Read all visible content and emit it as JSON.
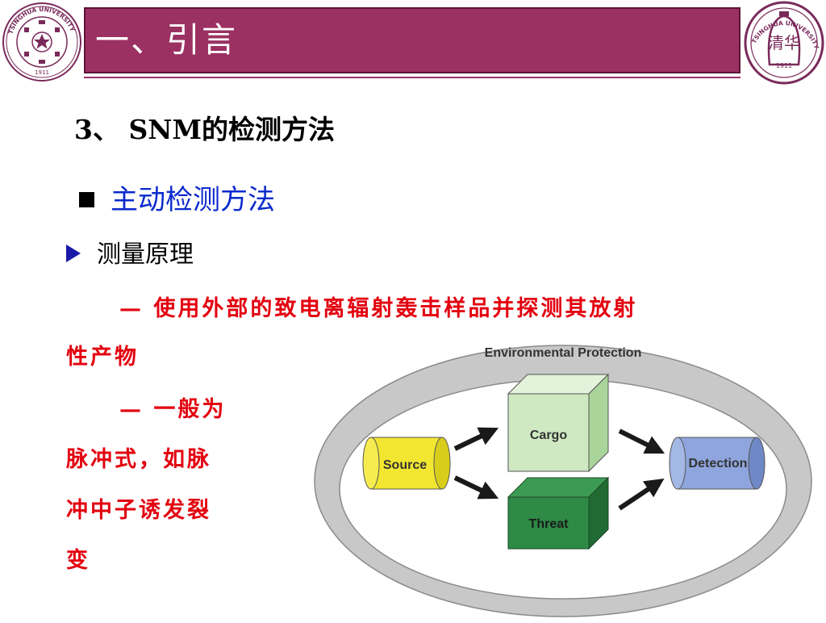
{
  "header": {
    "title": "一、引言",
    "logo_left": {
      "icon": "university-seal-icon",
      "text": "TSINGHUA UNIVERSITY",
      "year": "1911"
    },
    "logo_right": {
      "icon": "tsinghua-bell-logo-icon",
      "text": "TSINGHUA UNIVERSITY",
      "year": "1911",
      "characters": "清华"
    }
  },
  "content": {
    "section_heading": "3、 SNM的检测方法",
    "subheading": "主动检测方法",
    "bullet": "测量原理",
    "line1": "— 使用外部的致电离辐射轰击样品并探测其放射",
    "line2": "性产物",
    "line3": "— 一般为",
    "line4": "脉冲式，如脉",
    "line5": "冲中子诱发裂",
    "line6": "变"
  },
  "diagram": {
    "outer_label": "Environmental Protection",
    "source_label": "Source",
    "cargo_label": "Cargo",
    "threat_label": "Threat",
    "detection_label": "Detection",
    "colors": {
      "source": "#f2e630",
      "cargo": "#cfe9c2",
      "threat": "#2e8a45",
      "detection": "#8ea5dd",
      "ring": "#c9c9c9"
    }
  }
}
